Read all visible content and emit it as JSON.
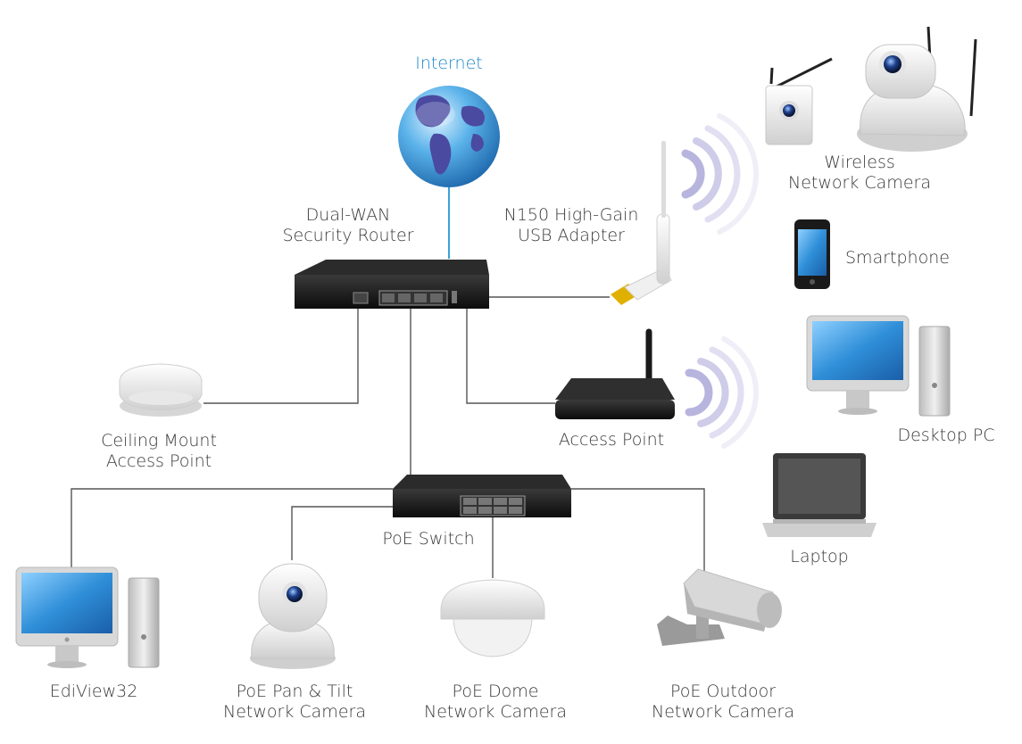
{
  "diagram": {
    "internet": "Internet",
    "router": [
      "Dual-WAN",
      "Security Router"
    ],
    "usb_adapter": [
      "N150 High-Gain",
      "USB Adapter"
    ],
    "wireless_camera": [
      "Wireless",
      "Network Camera"
    ],
    "smartphone": "Smartphone",
    "desktop_pc": "Desktop PC",
    "access_point": "Access Point",
    "ceiling_ap": [
      "Ceiling Mount",
      "Access Point"
    ],
    "laptop": "Laptop",
    "poe_switch": "PoE Switch",
    "ediview": "EdiView32",
    "pan_tilt": [
      "PoE Pan & Tilt",
      "Network Camera"
    ],
    "dome": [
      "PoE Dome",
      "Network Camera"
    ],
    "outdoor": [
      "PoE Outdoor",
      "Network Camera"
    ]
  },
  "colors": {
    "internet_text": "#1e88c8",
    "label_text": "#3a3a3a",
    "connection_line": "#555555",
    "internet_link": "#3aa0d8",
    "wifi_arc": "#b3b0dc",
    "device_dark": "#1a1a1a",
    "screen_blue": "#2f8fd8",
    "device_light": "#e6e6e6"
  },
  "icons": [
    "globe-icon",
    "router-icon",
    "usb-adapter-icon",
    "wireless-camera-icon",
    "smartphone-icon",
    "desktop-pc-icon",
    "access-point-icon",
    "ceiling-ap-icon",
    "laptop-icon",
    "poe-switch-icon",
    "pan-tilt-camera-icon",
    "dome-camera-icon",
    "outdoor-camera-icon",
    "wifi-waves-icon"
  ]
}
